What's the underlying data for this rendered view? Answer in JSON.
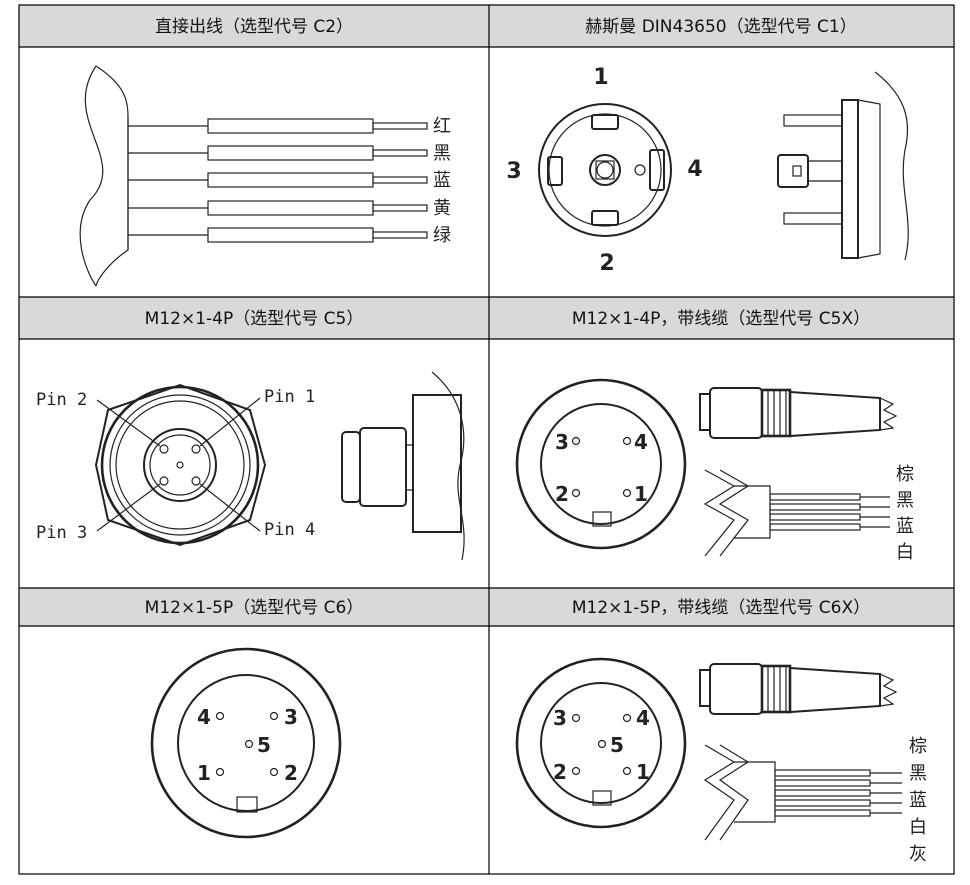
{
  "cells": {
    "c2": {
      "title": "直接出线（选型代号 C2）",
      "wires": [
        "红",
        "黑",
        "蓝",
        "黄",
        "绿"
      ]
    },
    "c1": {
      "title": "赫斯曼 DIN43650（选型代号 C1）",
      "pins": [
        "1",
        "2",
        "3",
        "4"
      ]
    },
    "c5": {
      "title": "M12×1-4P（选型代号 C5）",
      "pins": [
        "Pin 1",
        "Pin 2",
        "Pin 3",
        "Pin 4"
      ]
    },
    "c5x": {
      "title": "M12×1-4P，带线缆（选型代号 C5X）",
      "pins": [
        "1",
        "2",
        "3",
        "4"
      ],
      "wires": [
        "棕",
        "黑",
        "蓝",
        "白"
      ]
    },
    "c6": {
      "title": "M12×1-5P（选型代号 C6）",
      "pins": [
        "1",
        "2",
        "3",
        "4",
        "5"
      ]
    },
    "c6x": {
      "title": "M12×1-5P，带线缆（选型代号 C6X）",
      "pins": [
        "1",
        "2",
        "3",
        "4",
        "5"
      ],
      "wires": [
        "棕",
        "黑",
        "蓝",
        "白",
        "灰"
      ]
    }
  }
}
